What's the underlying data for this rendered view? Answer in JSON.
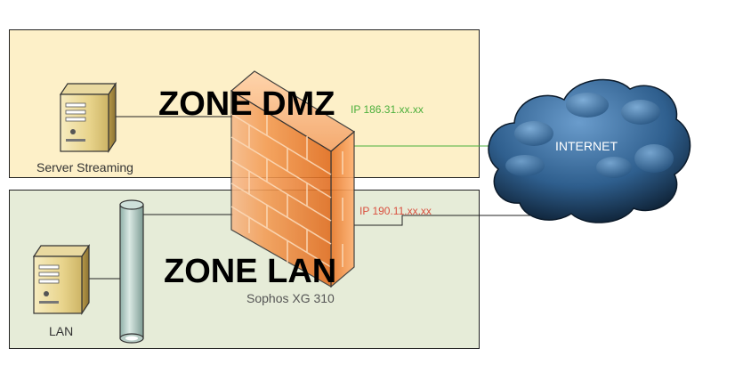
{
  "zones": {
    "dmz": {
      "label": "ZONE DMZ",
      "color": "#fdf0c8"
    },
    "lan": {
      "label": "ZONE LAN",
      "color": "#e6ecd8"
    }
  },
  "nodes": {
    "streaming_server": {
      "label": "Server Streaming",
      "icon": "server-icon"
    },
    "lan_server": {
      "label": "LAN",
      "icon": "server-icon"
    },
    "firewall": {
      "label": "Sophos XG 310",
      "icon": "firewall-icon"
    },
    "internet": {
      "label": "INTERNET",
      "icon": "cloud-icon"
    },
    "lan_bus": {
      "icon": "network-bus-icon"
    }
  },
  "links": {
    "dmz_ip": {
      "label": "IP 186.31.xx.xx",
      "color": "#4caf3c"
    },
    "lan_ip": {
      "label": "IP 190.11.xx.xx",
      "color": "#d9503f"
    }
  }
}
